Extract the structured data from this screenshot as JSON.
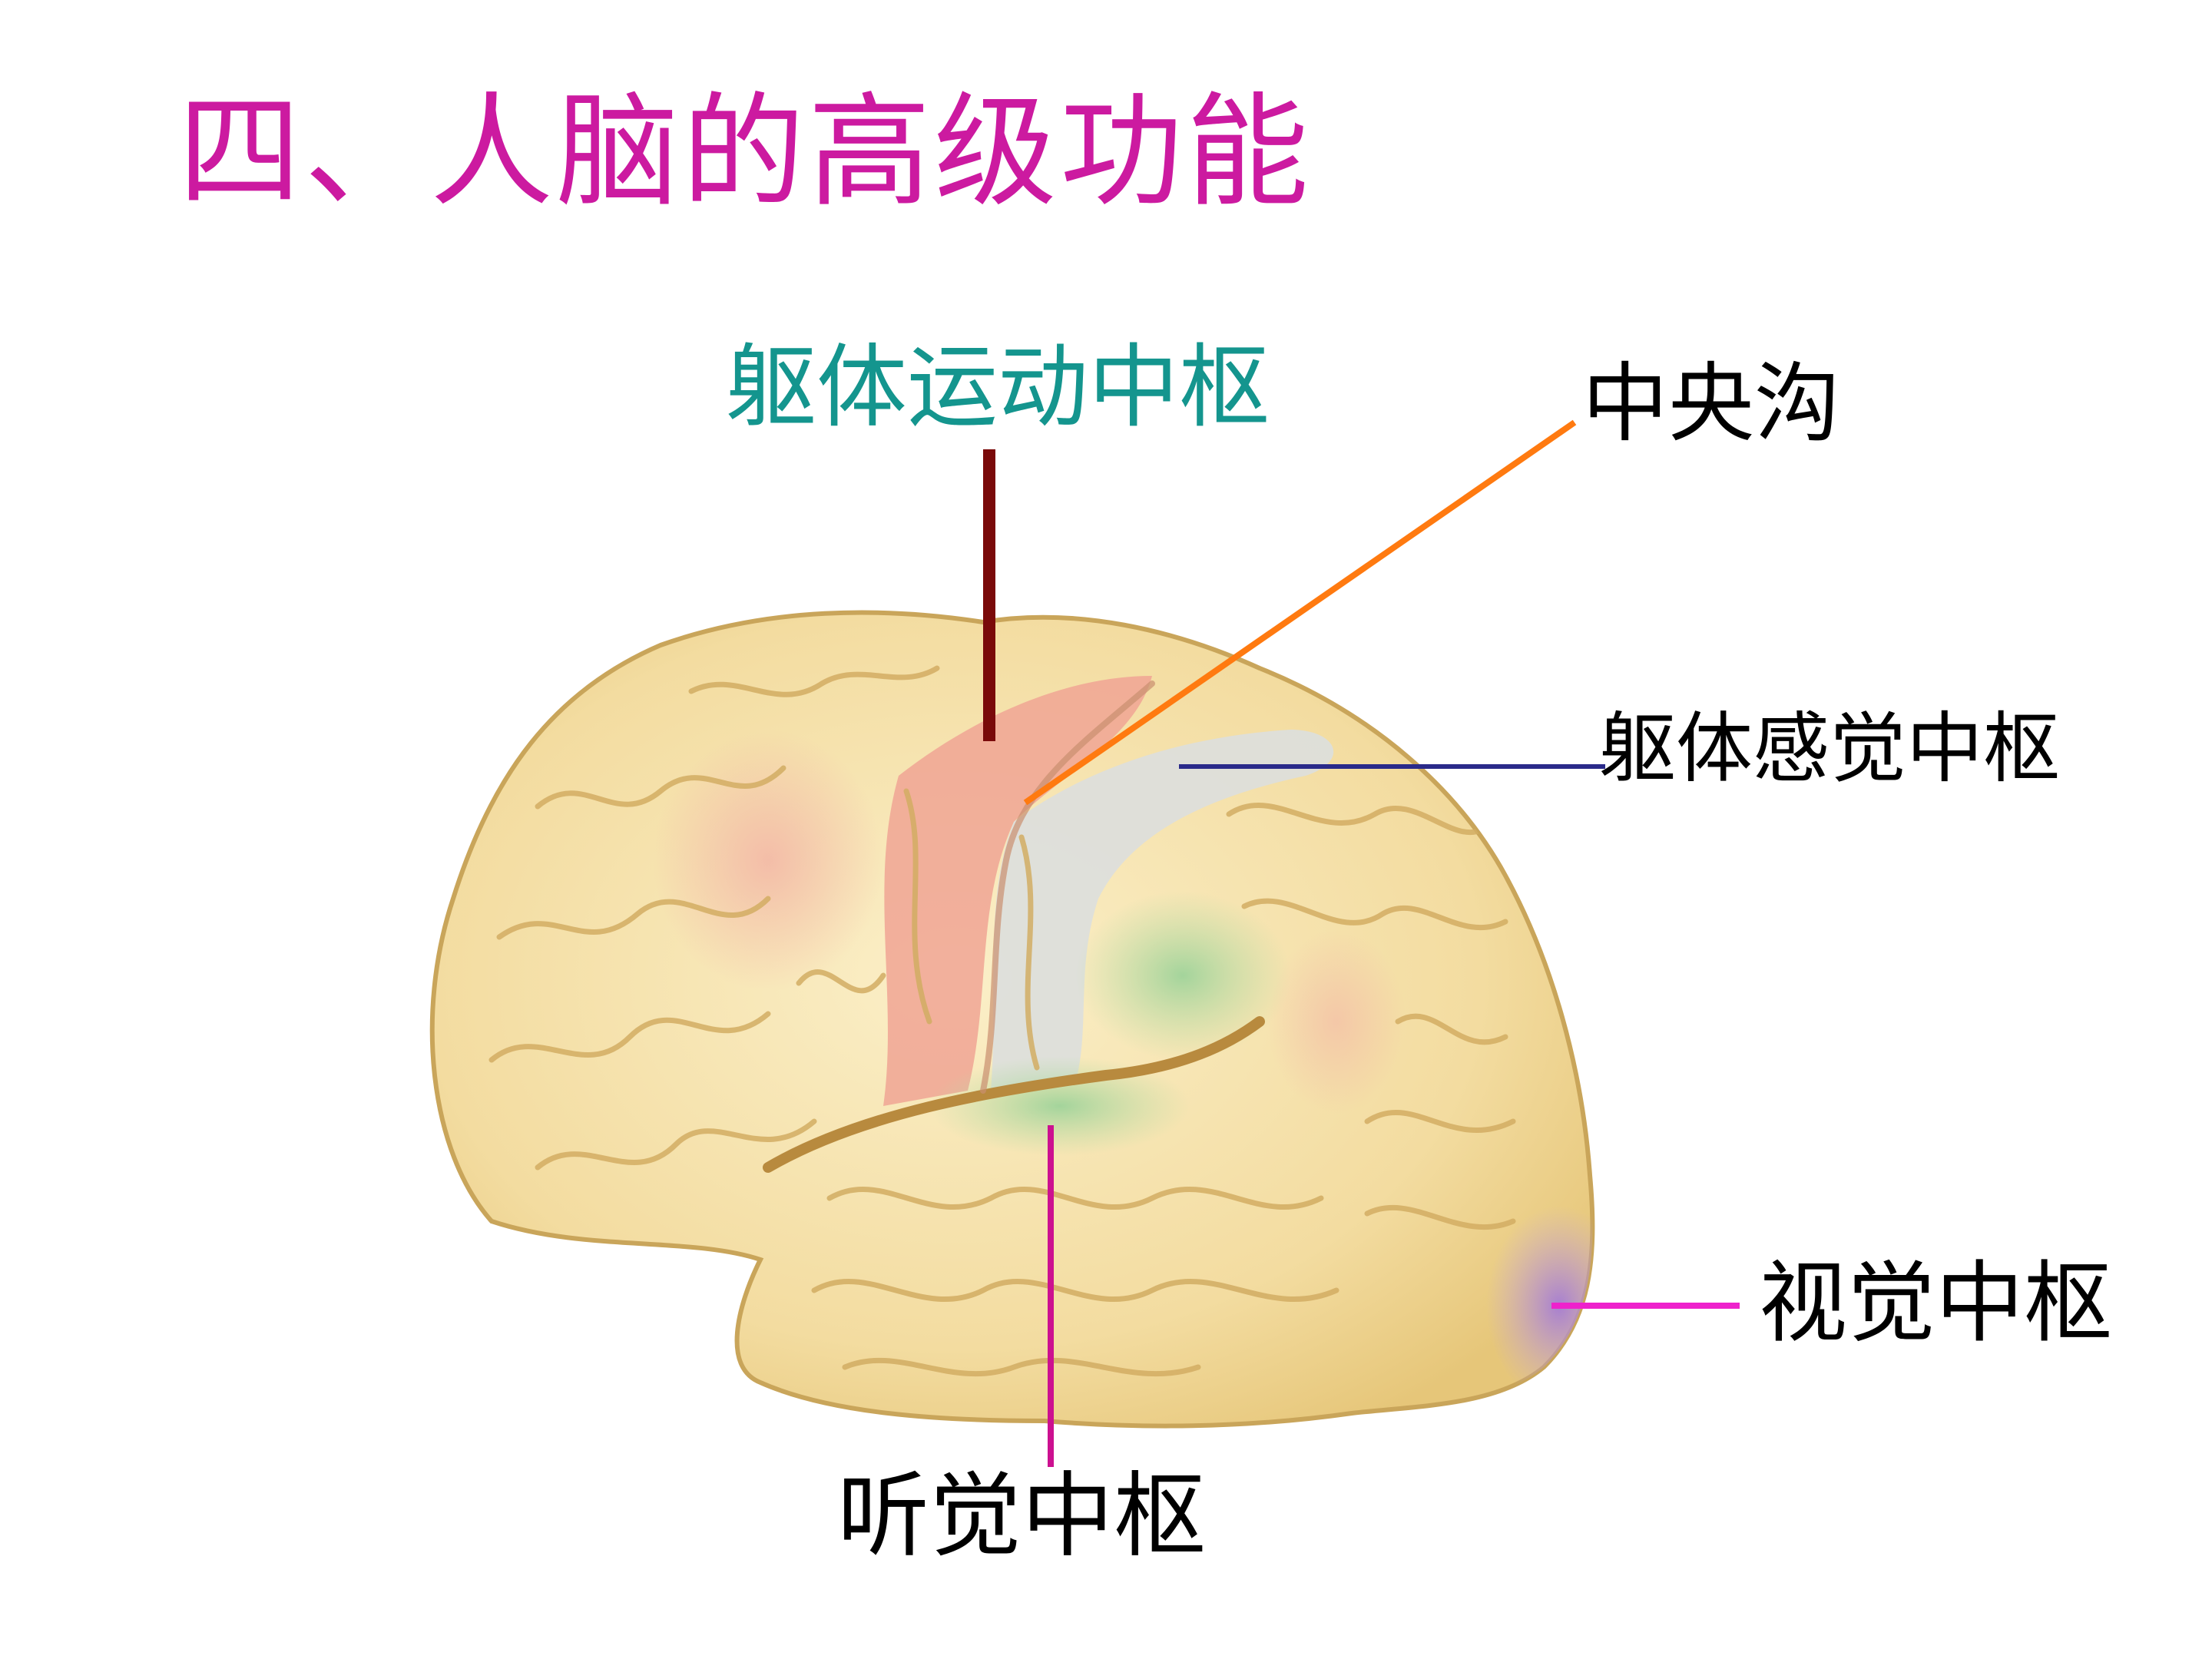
{
  "title": "四、人脑的高级功能",
  "labels": {
    "motor_center": "躯体运动中枢",
    "central_sulcus": "中央沟",
    "somatosensory_center": "躯体感觉中枢",
    "visual_center": "视觉中枢",
    "auditory_center": "听觉中枢"
  },
  "colors": {
    "title": "#cc1aa0",
    "motor_label": "#14958e",
    "motor_line": "#7a0a0a",
    "sulcus_line": "#ff7a10",
    "somato_line": "#2a2a8a",
    "visual_line": "#ee22cc",
    "auditory_line": "#cc1090",
    "brain_base": "#f5dfa6",
    "motor_region": "#f0a594",
    "somato_region": "#d9dcd6",
    "auditory_region": "#a9d39e",
    "visual_region": "#b99ad8"
  }
}
